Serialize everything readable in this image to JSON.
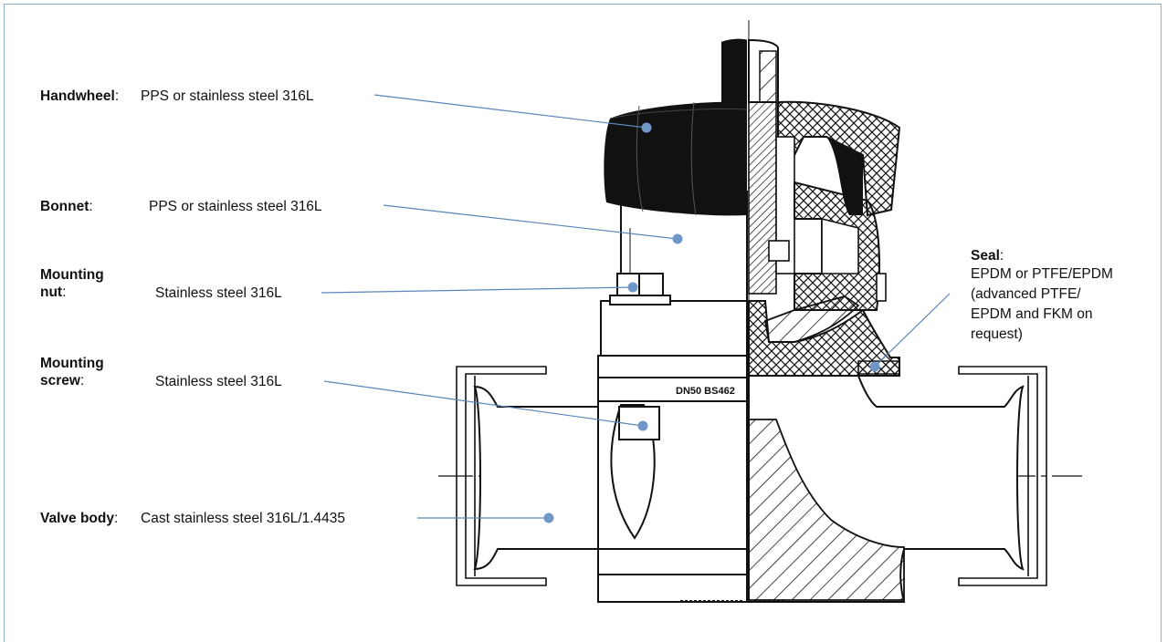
{
  "labels": {
    "handwheel": {
      "name": "Handwheel",
      "suffix": ":",
      "material": "PPS or stainless steel 316L"
    },
    "bonnet": {
      "name": "Bonnet",
      "suffix": ":",
      "material": "PPS or stainless steel 316L"
    },
    "mounting_nut": {
      "name_line1": "Mounting",
      "name_line2": "nut",
      "suffix": ":",
      "material": "Stainless steel 316L"
    },
    "mounting_screw": {
      "name_line1": "Mounting",
      "name_line2": "screw",
      "suffix": ":",
      "material": "Stainless steel 316L"
    },
    "valve_body": {
      "name": "Valve body",
      "suffix": ":",
      "material": "Cast stainless steel 316L/1.4435"
    },
    "seal": {
      "name": "Seal",
      "suffix": ":",
      "material_lines": [
        "EPDM or PTFE/EPDM",
        "(advanced PTFE/",
        "EPDM and FKM on",
        "request)"
      ]
    }
  },
  "engraving": "DN50 BS462",
  "colors": {
    "leader": "#5b87b8",
    "dot": "#6f97c8",
    "frame": "#8fb0cc",
    "ink": "#111111"
  }
}
